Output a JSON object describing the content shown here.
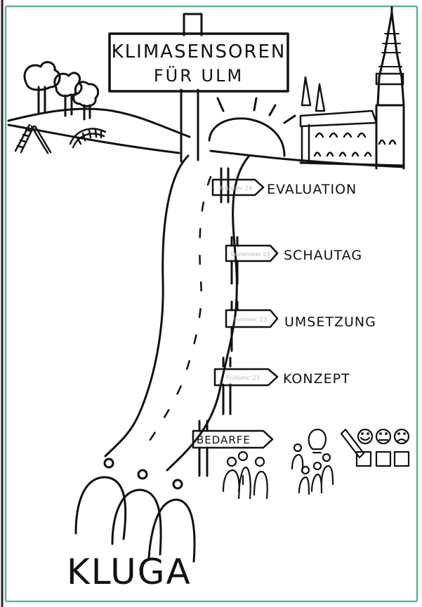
{
  "sign": {
    "line1": "KLIMASENSOREN",
    "line2": "FÜR ULM"
  },
  "milestones": [
    {
      "date": "Frühjahr 24",
      "label": "EVALUATION"
    },
    {
      "date": "September 23",
      "label": "SCHAUTAG"
    },
    {
      "date": "Sommer '23",
      "label": "UMSETZUNG"
    },
    {
      "date": "Frühjahr '23",
      "label": "KONZEPT"
    },
    {
      "date": "",
      "label": "BEDARFE"
    }
  ],
  "group_label": "KLUGA",
  "colors": {
    "ink": "#111111",
    "border": "#5bb98a",
    "faint": "#b9b9b9",
    "paper": "#ffffff"
  }
}
